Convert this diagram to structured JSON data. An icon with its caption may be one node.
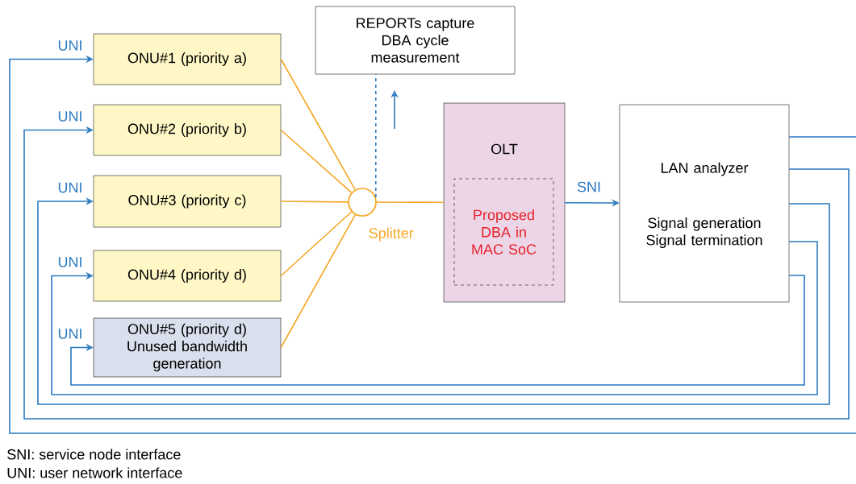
{
  "diagram": {
    "nodes": [
      {
        "text": [
          "ONU#1 (priority a)"
        ]
      },
      {
        "text": [
          "ONU#2 (priority b)"
        ]
      },
      {
        "text": [
          "ONU#3 (priority c)"
        ]
      },
      {
        "text": [
          "ONU#4 (priority d)"
        ]
      },
      {
        "text": [
          "ONU#5 (priority d) Unused bandwidth generation"
        ]
      },
      {
        "text": [
          "REPORTs capture DBA cycle measurement"
        ]
      },
      {
        "text": [],
        "shape": "circle",
        "beside": [
          "Splitter"
        ]
      },
      {
        "text": [
          "OLT"
        ]
      },
      {
        "text": [
          "Proposed DBA in MAC SoC"
        ],
        "in": 7
      },
      {
        "text": [
          "LAN analyzer",
          "Signal generation Signal termination"
        ]
      }
    ],
    "edges": [
      {
        "from": 0,
        "to": 6,
        "arrow": "none",
        "color": "#f5a623"
      },
      {
        "from": 1,
        "to": 6,
        "arrow": "none",
        "color": "#f5a623"
      },
      {
        "from": 2,
        "to": 6,
        "arrow": "none",
        "color": "#f5a623"
      },
      {
        "from": 3,
        "to": 6,
        "arrow": "none",
        "color": "#f5a623"
      },
      {
        "from": 4,
        "to": 6,
        "arrow": "none",
        "color": "#f5a623"
      },
      {
        "from": 6,
        "to": 7,
        "arrow": "none",
        "color": "#f5a623"
      },
      {
        "from": 6,
        "to": 5,
        "arrow": "none",
        "style": "dashed"
      },
      {
        "from": 7,
        "to": 9,
        "arrow": "to",
        "label": "SNI"
      },
      {
        "from": 9,
        "to": 0,
        "arrow": "to",
        "label": "UNI"
      },
      {
        "from": 9,
        "to": 1,
        "arrow": "to",
        "label": "UNI"
      },
      {
        "from": 9,
        "to": 2,
        "arrow": "to",
        "label": "UNI"
      },
      {
        "from": 9,
        "to": 3,
        "arrow": "to",
        "label": "UNI"
      },
      {
        "from": 9,
        "to": 4,
        "arrow": "to",
        "label": "UNI"
      }
    ],
    "labels": [
      "SNI: service node interface",
      "UNI: user network interface"
    ]
  }
}
